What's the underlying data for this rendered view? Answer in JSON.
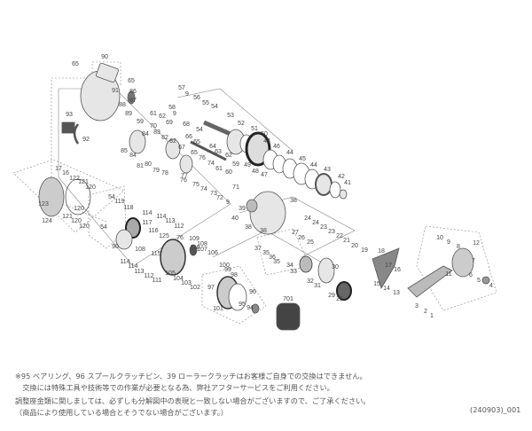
{
  "diagram": {
    "kind": "exploded parts diagram",
    "part_labels": [
      "90",
      "65",
      "65",
      "91",
      "86",
      "87",
      "88",
      "89",
      "93",
      "92",
      "57",
      "9",
      "56",
      "55",
      "54",
      "58",
      "9",
      "61",
      "62",
      "59",
      "70",
      "69",
      "68",
      "53",
      "52",
      "51",
      "50",
      "54",
      "66",
      "65",
      "84",
      "83",
      "82",
      "82",
      "67",
      "64",
      "85",
      "84",
      "81",
      "65",
      "63",
      "76",
      "62",
      "74",
      "80",
      "79",
      "59",
      "61",
      "60",
      "78",
      "77",
      "76",
      "75",
      "74",
      "73",
      "72",
      "71",
      "9",
      "49",
      "48",
      "47",
      "44",
      "46",
      "44",
      "45",
      "44",
      "43",
      "42",
      "41",
      "38",
      "39",
      "40",
      "17",
      "16",
      "122",
      "121",
      "120",
      "123",
      "120",
      "121",
      "120",
      "120",
      "124",
      "54",
      "119",
      "118",
      "54",
      "90",
      "114",
      "114",
      "113",
      "112",
      "117",
      "116",
      "125",
      "76",
      "108",
      "115",
      "110",
      "109",
      "108",
      "107",
      "106",
      "114",
      "114",
      "113",
      "112",
      "111",
      "105",
      "104",
      "103",
      "102",
      "100",
      "99",
      "98",
      "97",
      "101",
      "95",
      "96",
      "94",
      "701",
      "37",
      "35",
      "36",
      "35",
      "34",
      "33",
      "38",
      "38",
      "24",
      "24",
      "23",
      "23",
      "22",
      "21",
      "20",
      "19",
      "18",
      "17",
      "16",
      "15",
      "14",
      "13",
      "27",
      "26",
      "25",
      "30",
      "32",
      "31",
      "29",
      "28",
      "10",
      "9",
      "8",
      "12",
      "7",
      "6",
      "5",
      "4",
      "11",
      "3",
      "2",
      "1"
    ],
    "colors": {
      "line": "#555555",
      "part_fill": "#e6e6e6",
      "dark_part": "#333333"
    }
  },
  "notes": [
    "※95 ベアリング、96 スプールクラッチピン、39 ローラークラッチはお客様ご自身での交換はできません。",
    "　交換には特殊工具や技術等での作業が必要となる為、弊社アフターサービスをご利用ください。",
    "調整座金類に関しましては、必ずしも分解図中の表現と一致しない場合がございますので、ご了承ください。",
    "（商品により使用している場合とそうでない場合がございます。）"
  ],
  "diagram_code": "(240903)_001"
}
